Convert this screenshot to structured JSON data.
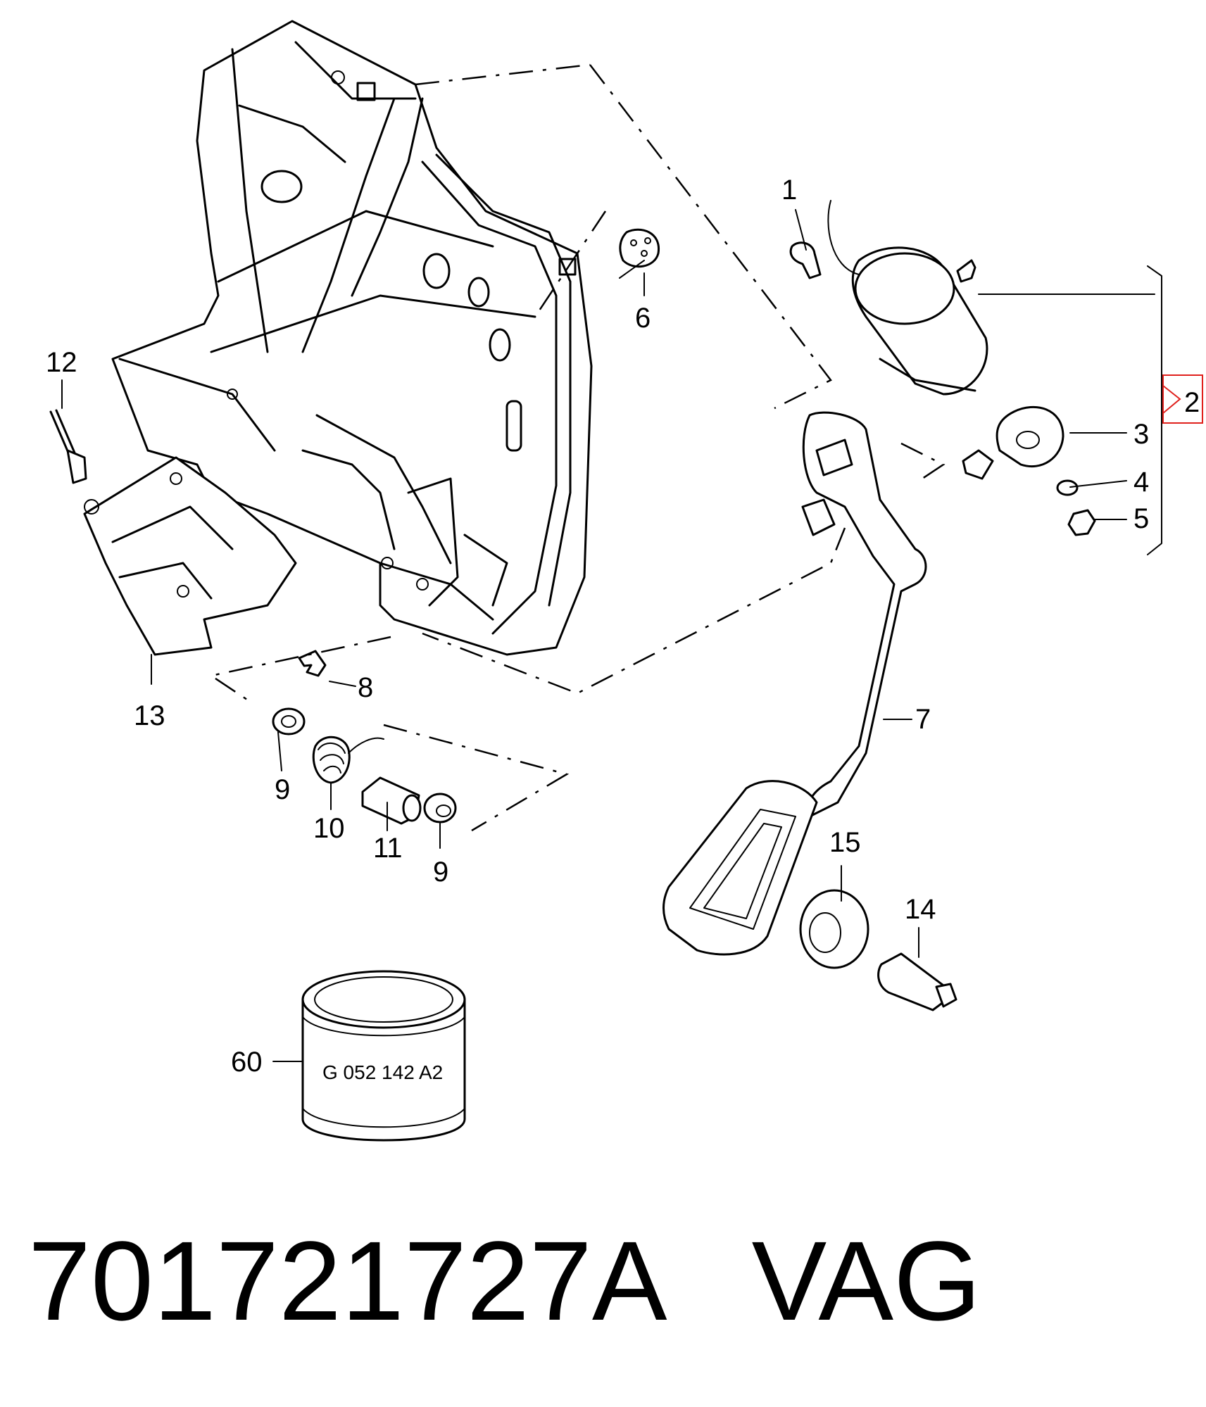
{
  "callouts": {
    "c1": "1",
    "c2": "2",
    "c3": "3",
    "c4": "4",
    "c5": "5",
    "c6": "6",
    "c7": "7",
    "c8": "8",
    "c9a": "9",
    "c9b": "9",
    "c10": "10",
    "c11": "11",
    "c12": "12",
    "c13": "13",
    "c14": "14",
    "c15": "15",
    "c60": "60"
  },
  "part_marking": "G 052 142 A2",
  "caption": {
    "part_number": "701721727A",
    "brand": "VAG"
  },
  "colors": {
    "ink": "#000000",
    "highlight": "#e0201c"
  }
}
